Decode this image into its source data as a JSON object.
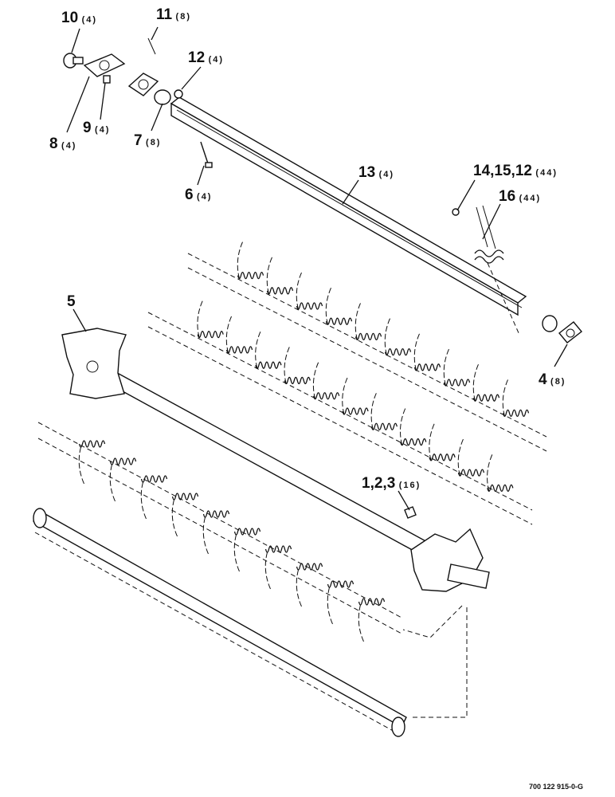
{
  "callouts": [
    {
      "id": "c10",
      "num": "10",
      "qty": "(4)"
    },
    {
      "id": "c11",
      "num": "11",
      "qty": "(8)"
    },
    {
      "id": "c12",
      "num": "12",
      "qty": "(4)"
    },
    {
      "id": "c8",
      "num": "8",
      "qty": "(4)"
    },
    {
      "id": "c9",
      "num": "9",
      "qty": "(4)"
    },
    {
      "id": "c7",
      "num": "7",
      "qty": "(8)"
    },
    {
      "id": "c6",
      "num": "6",
      "qty": "(4)"
    },
    {
      "id": "c13",
      "num": "13",
      "qty": "(4)"
    },
    {
      "id": "c14",
      "num": "14,15,12",
      "qty": "(44)"
    },
    {
      "id": "c16",
      "num": "16",
      "qty": "(44)"
    },
    {
      "id": "c5",
      "num": "5",
      "qty": ""
    },
    {
      "id": "c4",
      "num": "4",
      "qty": "(8)"
    },
    {
      "id": "c1",
      "num": "1,2,3",
      "qty": "(16)"
    }
  ],
  "part_number": "700 122 915-0-G"
}
